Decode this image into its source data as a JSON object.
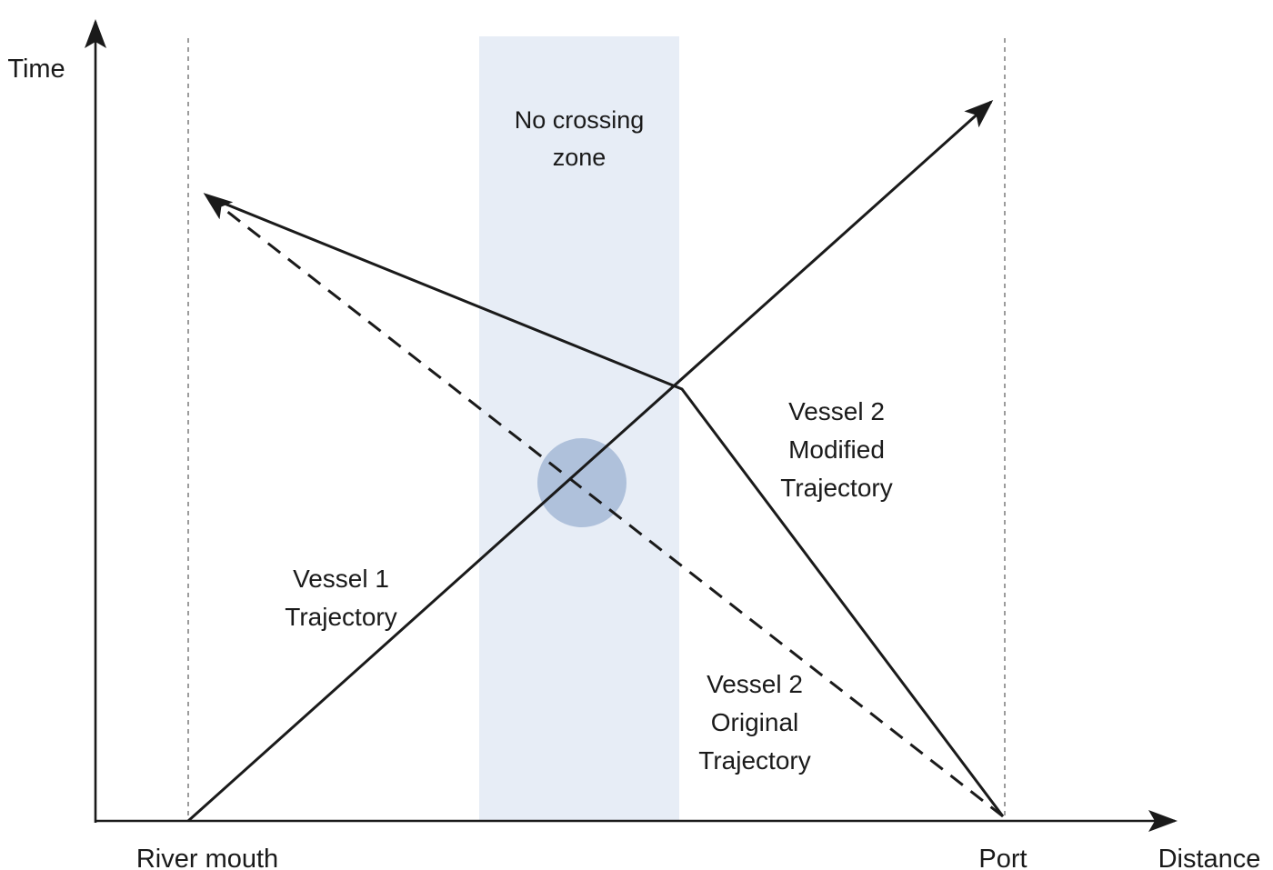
{
  "figure": {
    "axes": {
      "y_label": "Time",
      "x_label": "Distance"
    },
    "ticks": {
      "left": "River mouth",
      "right": "Port"
    },
    "zone": {
      "label": "No crossing\nzone",
      "fill": "#e7edf6"
    },
    "labels": {
      "vessel1": "Vessel 1\nTrajectory",
      "vessel2_modified": "Vessel 2\nModified\nTrajectory",
      "vessel2_original": "Vessel 2\nOriginal\nTrajectory"
    },
    "colors": {
      "line": "#1a1a1a",
      "conflict_circle": "#a9bbd8",
      "guide_line": "#666666"
    }
  }
}
